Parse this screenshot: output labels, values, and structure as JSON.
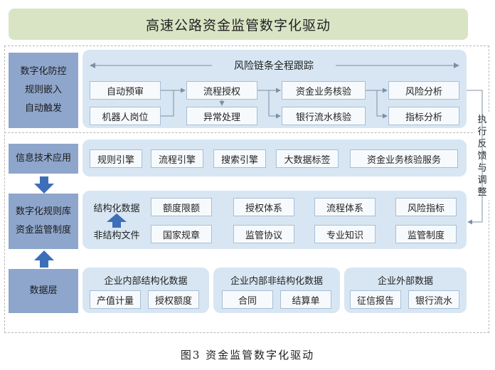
{
  "title": "高速公路资金监管数字化驱动",
  "caption": "图3   资金监管数字化驱动",
  "side_note": "执行反馈与调整",
  "layer1": {
    "label": [
      "数字化防控",
      "规则嵌入",
      "自动触发"
    ],
    "chain_label": "风险链条全程跟踪",
    "nodes": {
      "auto_review": "自动预审",
      "robot_post": "机器人岗位",
      "process_auth": "流程授权",
      "exception": "异常处理",
      "fund_verify": "资金业务核验",
      "bank_verify": "银行流水核验",
      "risk_analysis": "风险分析",
      "indicator_analysis": "指标分析"
    }
  },
  "layer2": {
    "label": "信息技术应用",
    "items": [
      "规则引擎",
      "流程引擎",
      "搜索引擎",
      "大数据标签",
      "资金业务核验服务"
    ]
  },
  "layer3": {
    "label": [
      "数字化规则库",
      "资金监管制度"
    ],
    "row1_label": "结构化数据",
    "row2_label": "非结构文件",
    "row1": [
      "额度限额",
      "授权体系",
      "流程体系",
      "风险指标"
    ],
    "row2": [
      "国家规章",
      "监管协议",
      "专业知识",
      "监管制度"
    ]
  },
  "layer4": {
    "label": "数据层",
    "groups": [
      {
        "title": "企业内部结构化数据",
        "items": [
          "产值计量",
          "授权额度"
        ]
      },
      {
        "title": "企业内部非结构化数据",
        "items": [
          "合同",
          "结算单"
        ]
      },
      {
        "title": "企业外部数据",
        "items": [
          "征信报告",
          "银行流水"
        ]
      }
    ]
  },
  "colors": {
    "title_bg": "#d9e4c4",
    "label_bg": "#8fa6cc",
    "panel_bg": "#d7e6f2",
    "arrow": "#3d6fb8",
    "connector": "#7f8fa3"
  }
}
